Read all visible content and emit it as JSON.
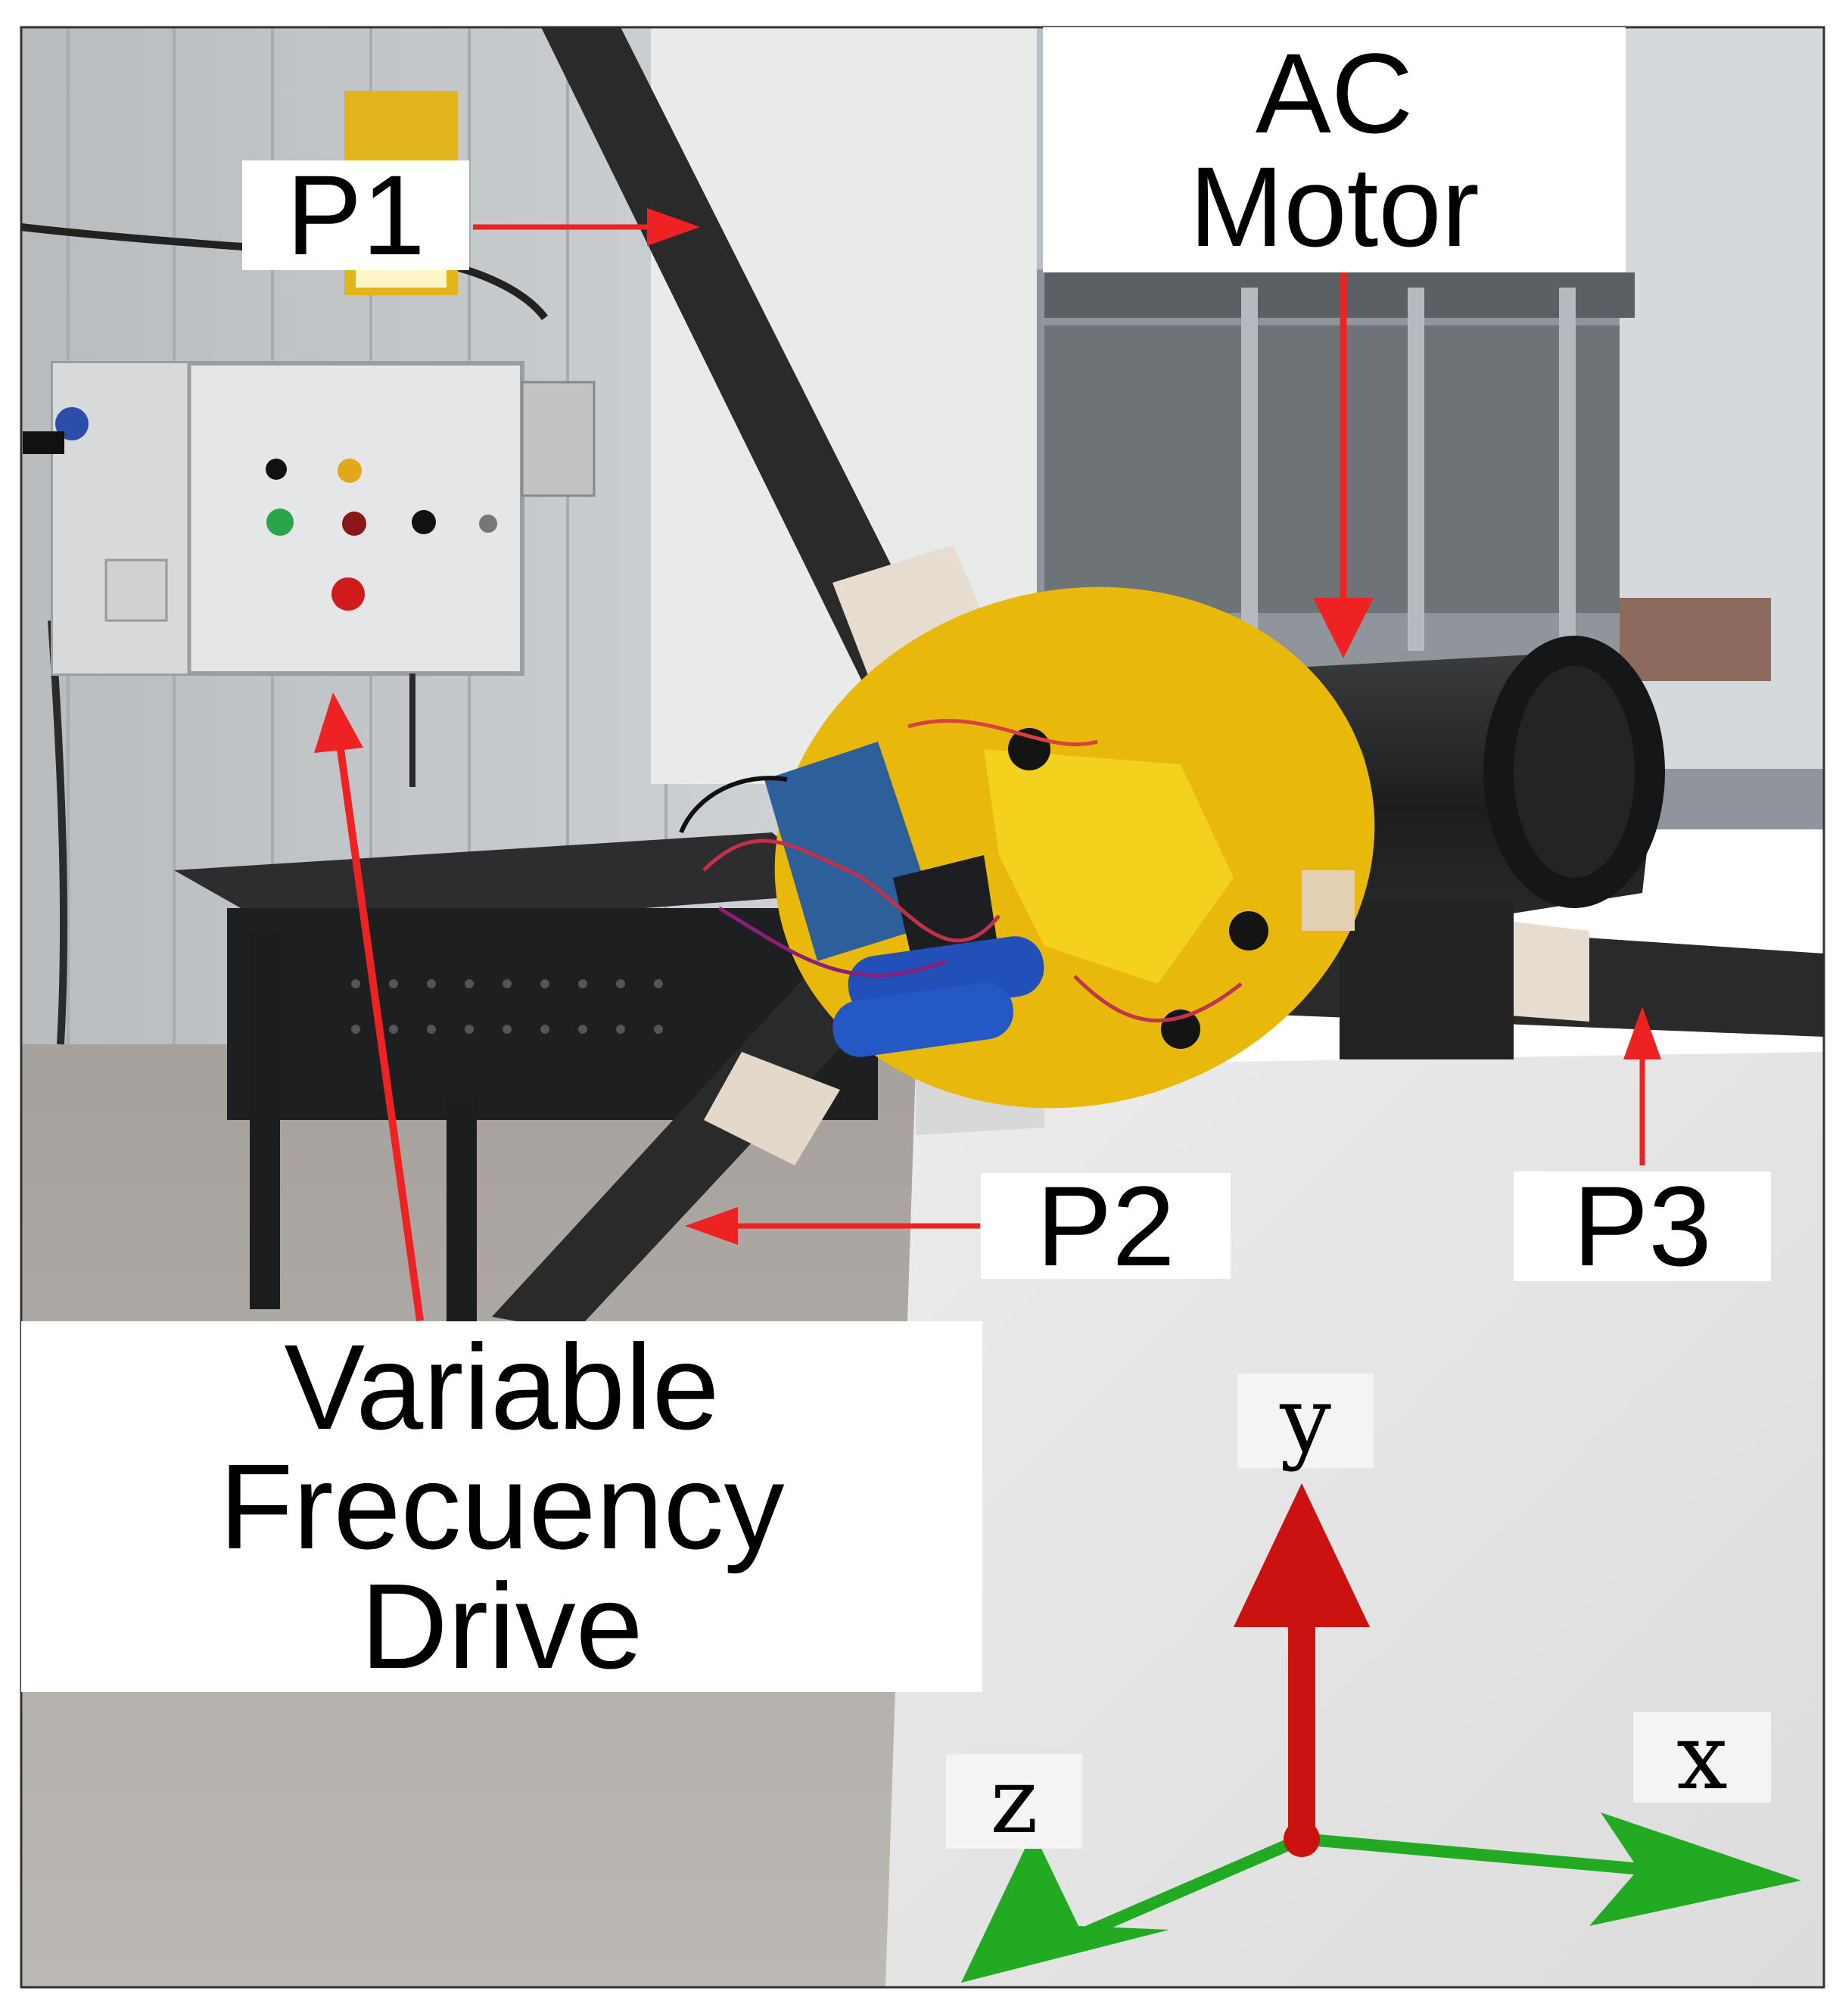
{
  "labels": {
    "p1": "P1",
    "p2": "P2",
    "p3": "P3",
    "ac_motor_line1": "AC",
    "ac_motor_line2": "Motor",
    "vfd_line1": "Variable",
    "vfd_line2": "Frecuency",
    "vfd_line3": "Drive"
  },
  "axes": {
    "x": "x",
    "y": "y",
    "z": "z"
  },
  "colors": {
    "annotation_arrow": "#ee2222",
    "y_axis_arrow": "#cc1111",
    "xz_axis_arrows": "#22aa22",
    "label_background": "#ffffff",
    "motor_flange": "#e8b80a",
    "blade": "#2a2a2a"
  }
}
